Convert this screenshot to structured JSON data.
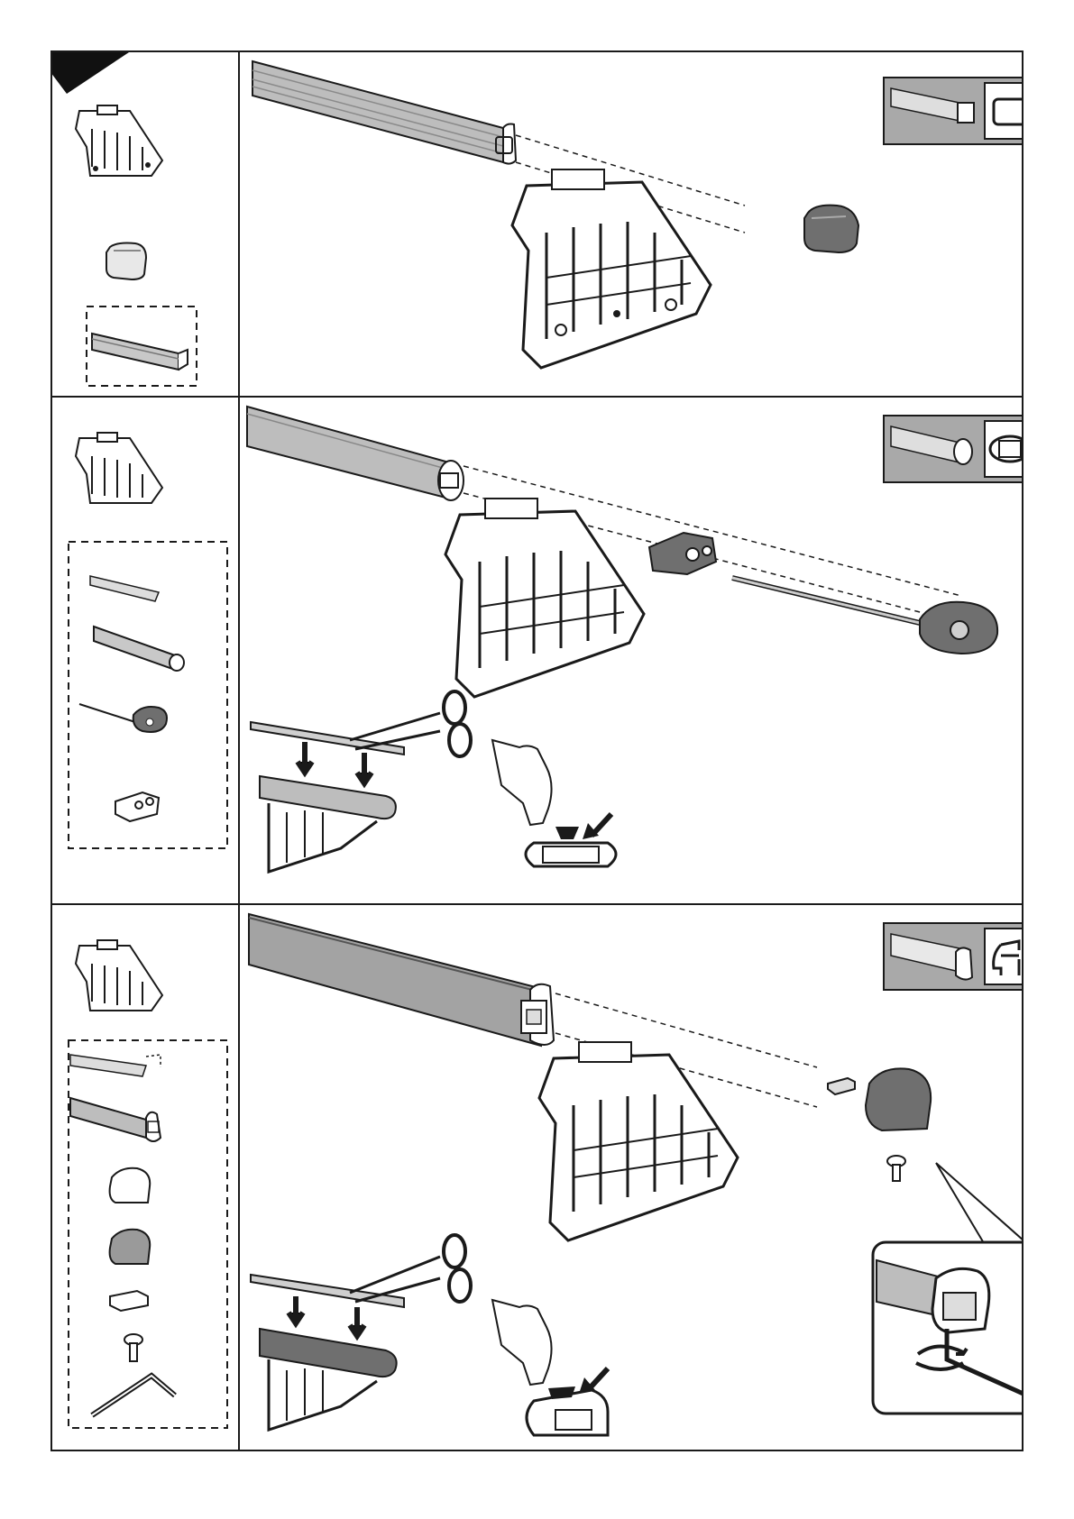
{
  "document": {
    "type": "roof rack assembly instruction sheet"
  },
  "steps": [
    {
      "id": "profile-square",
      "parts": [
        "foot-pack",
        "end-cap",
        "square-bar"
      ],
      "profile_icon": "square-profile-icon"
    },
    {
      "id": "profile-aero",
      "parts": [
        "foot-pack",
        "rubber-strip",
        "aero-bar",
        "end-cap-with-rod",
        "adapter-clip"
      ],
      "profile_icon": "aero-profile-icon",
      "sub_steps": [
        "cut-strip-with-scissors",
        "press-strip-into-slot"
      ]
    },
    {
      "id": "profile-wing",
      "parts": [
        "foot-pack",
        "rubber-strip",
        "wing-bar",
        "end-cap",
        "end-cap-alt",
        "t-nut",
        "bolt",
        "allen-key"
      ],
      "profile_icon": "wing-profile-icon",
      "sub_steps": [
        "cut-strip-with-scissors",
        "press-strip-into-slot",
        "tighten-with-allen-key"
      ]
    }
  ],
  "colors": {
    "line": "#1a1a1a",
    "bar_fill": "#b5b5b5",
    "bar_dark": "#7a7a7a",
    "box_fill": "#a9a9a9"
  }
}
